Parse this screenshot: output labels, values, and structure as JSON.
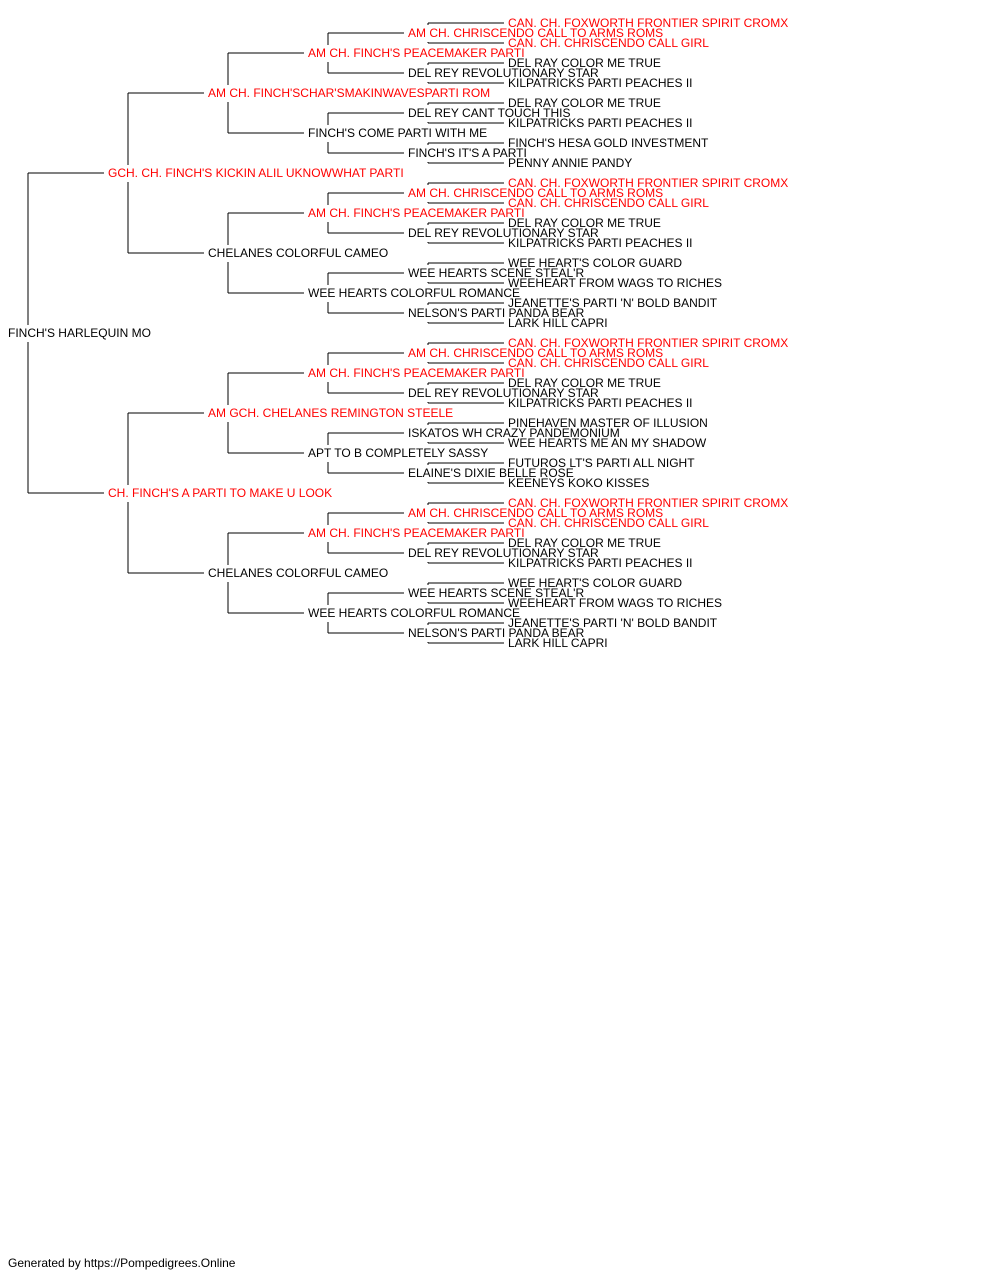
{
  "colors": {
    "titled": "#ff0000",
    "untitled": "#000000",
    "lines": "#000000"
  },
  "pedigree": {
    "name": "FINCH'S HARLEQUIN MO",
    "titled": false,
    "sire": {
      "name": "GCH. CH. FINCH'S KICKIN ALIL UKNOWWHAT PARTI",
      "titled": true,
      "sire": {
        "name": "AM CH. FINCH'SCHAR'SMAKINWAVESPARTI ROM",
        "titled": true,
        "sire": {
          "name": "AM CH. FINCH'S PEACEMAKER PARTI",
          "titled": true,
          "sire": {
            "name": "AM CH. CHRISCENDO CALL TO ARMS ROMS",
            "titled": true,
            "sire": {
              "name": "CAN. CH. FOXWORTH FRONTIER SPIRIT CROMX",
              "titled": true
            },
            "dam": {
              "name": "CAN. CH. CHRISCENDO CALL GIRL",
              "titled": true
            }
          },
          "dam": {
            "name": "DEL REY REVOLUTIONARY STAR",
            "titled": false,
            "sire": {
              "name": "DEL RAY COLOR ME TRUE",
              "titled": false
            },
            "dam": {
              "name": "KILPATRICKS PARTI PEACHES II",
              "titled": false
            }
          }
        },
        "dam": {
          "name": "FINCH'S COME PARTI WITH ME",
          "titled": false,
          "sire": {
            "name": "DEL REY CANT TOUCH THIS",
            "titled": false,
            "sire": {
              "name": "DEL RAY COLOR ME TRUE",
              "titled": false
            },
            "dam": {
              "name": "KILPATRICKS PARTI PEACHES II",
              "titled": false
            }
          },
          "dam": {
            "name": "FINCH'S IT'S A PARTI",
            "titled": false,
            "sire": {
              "name": "FINCH'S HESA GOLD INVESTMENT",
              "titled": false
            },
            "dam": {
              "name": "PENNY ANNIE PANDY",
              "titled": false
            }
          }
        }
      },
      "dam": {
        "name": "CHELANES COLORFUL CAMEO",
        "titled": false,
        "sire": {
          "name": "AM CH. FINCH'S PEACEMAKER PARTI",
          "titled": true,
          "sire": {
            "name": "AM CH. CHRISCENDO CALL TO ARMS ROMS",
            "titled": true,
            "sire": {
              "name": "CAN. CH. FOXWORTH FRONTIER SPIRIT CROMX",
              "titled": true
            },
            "dam": {
              "name": "CAN. CH. CHRISCENDO CALL GIRL",
              "titled": true
            }
          },
          "dam": {
            "name": "DEL REY REVOLUTIONARY STAR",
            "titled": false,
            "sire": {
              "name": "DEL RAY COLOR ME TRUE",
              "titled": false
            },
            "dam": {
              "name": "KILPATRICKS PARTI PEACHES II",
              "titled": false
            }
          }
        },
        "dam": {
          "name": "WEE HEARTS COLORFUL ROMANCE",
          "titled": false,
          "sire": {
            "name": "WEE HEARTS SCENE STEAL'R",
            "titled": false,
            "sire": {
              "name": "WEE HEART'S COLOR GUARD",
              "titled": false
            },
            "dam": {
              "name": "WEEHEART FROM WAGS TO RICHES",
              "titled": false
            }
          },
          "dam": {
            "name": "NELSON'S PARTI PANDA BEAR",
            "titled": false,
            "sire": {
              "name": "JEANETTE'S PARTI 'N' BOLD BANDIT",
              "titled": false
            },
            "dam": {
              "name": "LARK HILL CAPRI",
              "titled": false
            }
          }
        }
      }
    },
    "dam": {
      "name": "CH. FINCH'S A PARTI TO MAKE U LOOK",
      "titled": true,
      "sire": {
        "name": "AM GCH. CHELANES REMINGTON STEELE",
        "titled": true,
        "sire": {
          "name": "AM CH. FINCH'S PEACEMAKER PARTI",
          "titled": true,
          "sire": {
            "name": "AM CH. CHRISCENDO CALL TO ARMS ROMS",
            "titled": true,
            "sire": {
              "name": "CAN. CH. FOXWORTH FRONTIER SPIRIT CROMX",
              "titled": true
            },
            "dam": {
              "name": "CAN. CH. CHRISCENDO CALL GIRL",
              "titled": true
            }
          },
          "dam": {
            "name": "DEL REY REVOLUTIONARY STAR",
            "titled": false,
            "sire": {
              "name": "DEL RAY COLOR ME TRUE",
              "titled": false
            },
            "dam": {
              "name": "KILPATRICKS PARTI PEACHES II",
              "titled": false
            }
          }
        },
        "dam": {
          "name": "APT TO B COMPLETELY SASSY",
          "titled": false,
          "sire": {
            "name": "ISKATOS WH CRAZY PANDEMONIUM",
            "titled": false,
            "sire": {
              "name": "PINEHAVEN MASTER OF ILLUSION",
              "titled": false
            },
            "dam": {
              "name": "WEE HEARTS ME AN MY SHADOW",
              "titled": false
            }
          },
          "dam": {
            "name": "ELAINE'S DIXIE BELLE ROSE",
            "titled": false,
            "sire": {
              "name": "FUTUROS LT'S PARTI ALL NIGHT",
              "titled": false
            },
            "dam": {
              "name": "KEENEYS KOKO KISSES",
              "titled": false
            }
          }
        }
      },
      "dam": {
        "name": "CHELANES COLORFUL CAMEO",
        "titled": false,
        "sire": {
          "name": "AM CH. FINCH'S PEACEMAKER PARTI",
          "titled": true,
          "sire": {
            "name": "AM CH. CHRISCENDO CALL TO ARMS ROMS",
            "titled": true,
            "sire": {
              "name": "CAN. CH. FOXWORTH FRONTIER SPIRIT CROMX",
              "titled": true
            },
            "dam": {
              "name": "CAN. CH. CHRISCENDO CALL GIRL",
              "titled": true
            }
          },
          "dam": {
            "name": "DEL REY REVOLUTIONARY STAR",
            "titled": false,
            "sire": {
              "name": "DEL RAY COLOR ME TRUE",
              "titled": false
            },
            "dam": {
              "name": "KILPATRICKS PARTI PEACHES II",
              "titled": false
            }
          }
        },
        "dam": {
          "name": "WEE HEARTS COLORFUL ROMANCE",
          "titled": false,
          "sire": {
            "name": "WEE HEARTS SCENE STEAL'R",
            "titled": false,
            "sire": {
              "name": "WEE HEART'S COLOR GUARD",
              "titled": false
            },
            "dam": {
              "name": "WEEHEART FROM WAGS TO RICHES",
              "titled": false
            }
          },
          "dam": {
            "name": "NELSON'S PARTI PANDA BEAR",
            "titled": false,
            "sire": {
              "name": "JEANETTE'S PARTI 'N' BOLD BANDIT",
              "titled": false
            },
            "dam": {
              "name": "LARK HILL CAPRI",
              "titled": false
            }
          }
        }
      }
    }
  },
  "footer": {
    "text": "Generated by https://Pompedigrees.Online"
  }
}
